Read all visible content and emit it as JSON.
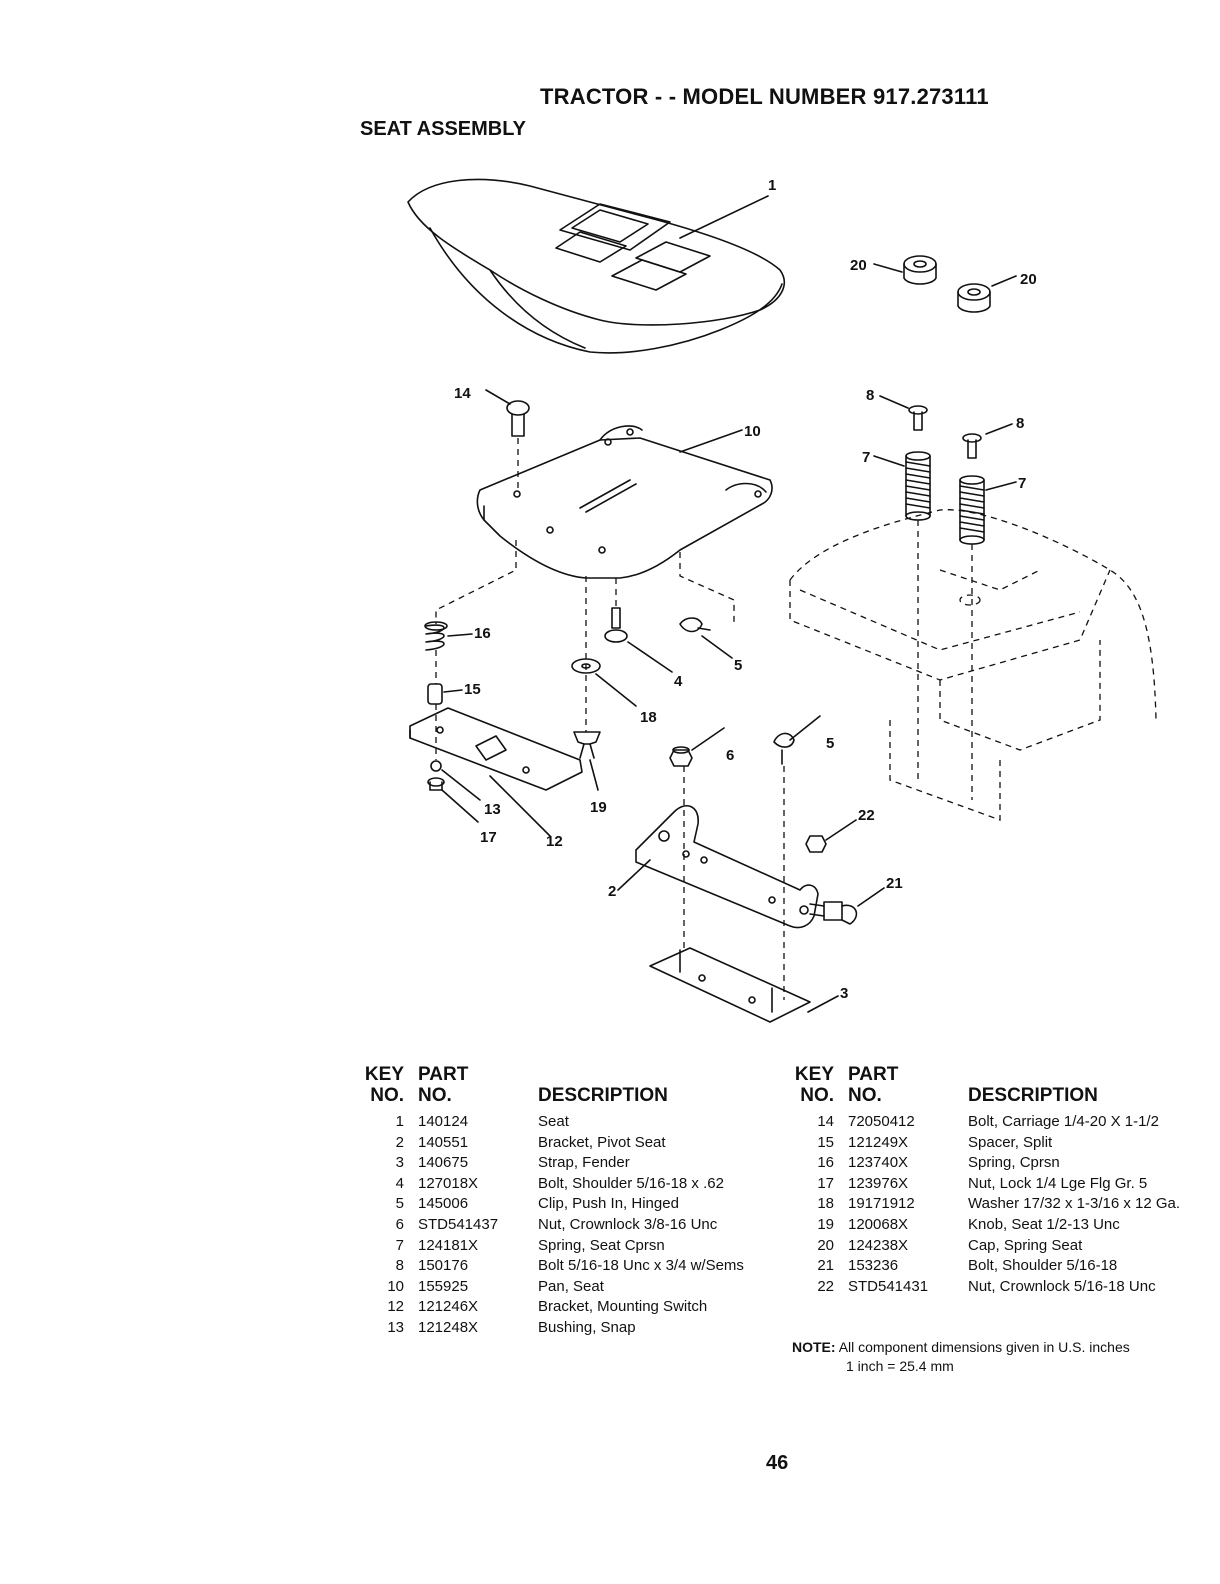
{
  "header": {
    "title": "TRACTOR - - MODEL NUMBER 917.273111",
    "section": "SEAT ASSEMBLY"
  },
  "diagram": {
    "callouts": [
      "1",
      "2",
      "3",
      "4",
      "5",
      "5",
      "6",
      "7",
      "7",
      "8",
      "8",
      "10",
      "12",
      "13",
      "14",
      "15",
      "16",
      "17",
      "18",
      "19",
      "20",
      "20",
      "21",
      "22"
    ]
  },
  "table": {
    "headers": {
      "key_line1": "KEY",
      "key_line2": "NO.",
      "part_line1": "PART",
      "part_line2": "NO.",
      "description": "DESCRIPTION"
    },
    "left": [
      {
        "key": "1",
        "part": "140124",
        "desc": "Seat"
      },
      {
        "key": "2",
        "part": "140551",
        "desc": "Bracket, Pivot Seat"
      },
      {
        "key": "3",
        "part": "140675",
        "desc": "Strap, Fender"
      },
      {
        "key": "4",
        "part": "127018X",
        "desc": "Bolt, Shoulder  5/16-18 x .62"
      },
      {
        "key": "5",
        "part": "145006",
        "desc": "Clip, Push In, Hinged"
      },
      {
        "key": "6",
        "part": "STD541437",
        "desc": "Nut, Crownlock  3/8-16 Unc"
      },
      {
        "key": "7",
        "part": "124181X",
        "desc": "Spring, Seat Cprsn"
      },
      {
        "key": "8",
        "part": "150176",
        "desc": "Bolt  5/16-18 Unc x 3/4 w/Sems"
      },
      {
        "key": "10",
        "part": "155925",
        "desc": "Pan, Seat"
      },
      {
        "key": "12",
        "part": "121246X",
        "desc": "Bracket, Mounting Switch"
      },
      {
        "key": "13",
        "part": "121248X",
        "desc": "Bushing, Snap"
      }
    ],
    "right": [
      {
        "key": "14",
        "part": "72050412",
        "desc": "Bolt, Carriage  1/4-20 X 1-1/2"
      },
      {
        "key": "15",
        "part": "121249X",
        "desc": "Spacer, Split"
      },
      {
        "key": "16",
        "part": "123740X",
        "desc": "Spring, Cprsn"
      },
      {
        "key": "17",
        "part": "123976X",
        "desc": "Nut, Lock  1/4 Lge Flg Gr. 5"
      },
      {
        "key": "18",
        "part": "19171912",
        "desc": "Washer  17/32 x 1-3/16 x 12 Ga."
      },
      {
        "key": "19",
        "part": "120068X",
        "desc": "Knob, Seat  1/2-13 Unc"
      },
      {
        "key": "20",
        "part": "124238X",
        "desc": "Cap, Spring Seat"
      },
      {
        "key": "21",
        "part": "153236",
        "desc": "Bolt, Shoulder  5/16-18"
      },
      {
        "key": "22",
        "part": "STD541431",
        "desc": "Nut, Crownlock  5/16-18 Unc"
      }
    ]
  },
  "note": {
    "label": "NOTE:",
    "text": "All component dimensions given in U.S. inches",
    "conversion": "1 inch = 25.4 mm"
  },
  "page_number": "46"
}
